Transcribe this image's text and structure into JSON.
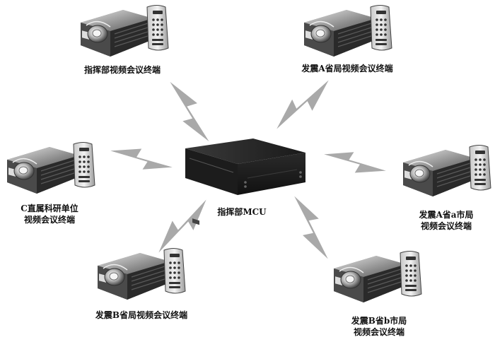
{
  "hub": {
    "label": "指挥部MCU",
    "icon": "mcu-server-icon"
  },
  "terminals": [
    {
      "id": "command",
      "lines": [
        "指挥部视频会议终端"
      ],
      "icon": "video-terminal-icon"
    },
    {
      "id": "province-a",
      "lines": [
        "发震A省局视频会议终端"
      ],
      "icon": "video-terminal-icon"
    },
    {
      "id": "direct-unit",
      "lines": [
        "C直属科研单位",
        "视频会议终端"
      ],
      "icon": "video-terminal-icon"
    },
    {
      "id": "city-a",
      "lines": [
        "发震A省a市局",
        "视频会议终端"
      ],
      "icon": "video-terminal-icon"
    },
    {
      "id": "province-b",
      "lines": [
        "发震B省局视频会议终端"
      ],
      "icon": "video-terminal-icon"
    },
    {
      "id": "city-b",
      "lines": [
        "发震B省b市局",
        "视频会议终端"
      ],
      "icon": "video-terminal-icon"
    }
  ],
  "links": [
    {
      "from": "hub",
      "to": "command",
      "icon": "wireless-link-icon"
    },
    {
      "from": "hub",
      "to": "province-a",
      "icon": "wireless-link-icon"
    },
    {
      "from": "hub",
      "to": "direct-unit",
      "icon": "wireless-link-icon"
    },
    {
      "from": "hub",
      "to": "city-a",
      "icon": "wireless-link-icon"
    },
    {
      "from": "hub",
      "to": "province-b",
      "icon": "wireless-link-icon"
    },
    {
      "from": "hub",
      "to": "city-b",
      "icon": "wireless-link-icon"
    }
  ],
  "colors": {
    "link": "#a9a9a9",
    "device_dark": "#2c2c2c",
    "device_mid": "#7a7a7a",
    "device_light": "#d8d8d8"
  }
}
